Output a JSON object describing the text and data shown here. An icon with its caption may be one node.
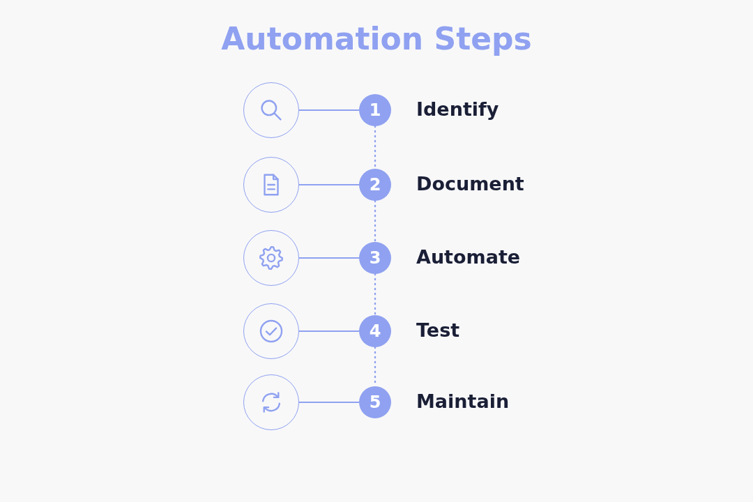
{
  "diagram": {
    "title": "Automation Steps",
    "nodes": [
      {
        "text": [],
        "shape": "circle"
      },
      {
        "text": [
          "1"
        ],
        "beside": [
          "Identify"
        ]
      },
      {
        "text": [],
        "shape": "circle"
      },
      {
        "text": [
          "2"
        ],
        "beside": [
          "Document"
        ]
      },
      {
        "text": [],
        "shape": "circle"
      },
      {
        "text": [
          "3"
        ],
        "beside": [
          "Automate"
        ]
      },
      {
        "text": [],
        "shape": "circle"
      },
      {
        "text": [
          "4"
        ],
        "beside": [
          "Test"
        ]
      },
      {
        "text": [],
        "shape": "circle"
      },
      {
        "text": [
          "5"
        ],
        "beside": [
          "Maintain"
        ]
      }
    ],
    "edges": [
      {
        "from": 0,
        "to": 1,
        "arrow": "none"
      },
      {
        "from": 1,
        "to": 3,
        "arrow": "none",
        "style": "dashed"
      },
      {
        "from": 2,
        "to": 3,
        "arrow": "none"
      },
      {
        "from": 3,
        "to": 5,
        "arrow": "none",
        "style": "dashed"
      },
      {
        "from": 4,
        "to": 5,
        "arrow": "none"
      },
      {
        "from": 5,
        "to": 7,
        "arrow": "none",
        "style": "dashed"
      },
      {
        "from": 6,
        "to": 7,
        "arrow": "none"
      },
      {
        "from": 7,
        "to": 9,
        "arrow": "none",
        "style": "dashed"
      },
      {
        "from": 8,
        "to": 9,
        "arrow": "none"
      }
    ]
  }
}
